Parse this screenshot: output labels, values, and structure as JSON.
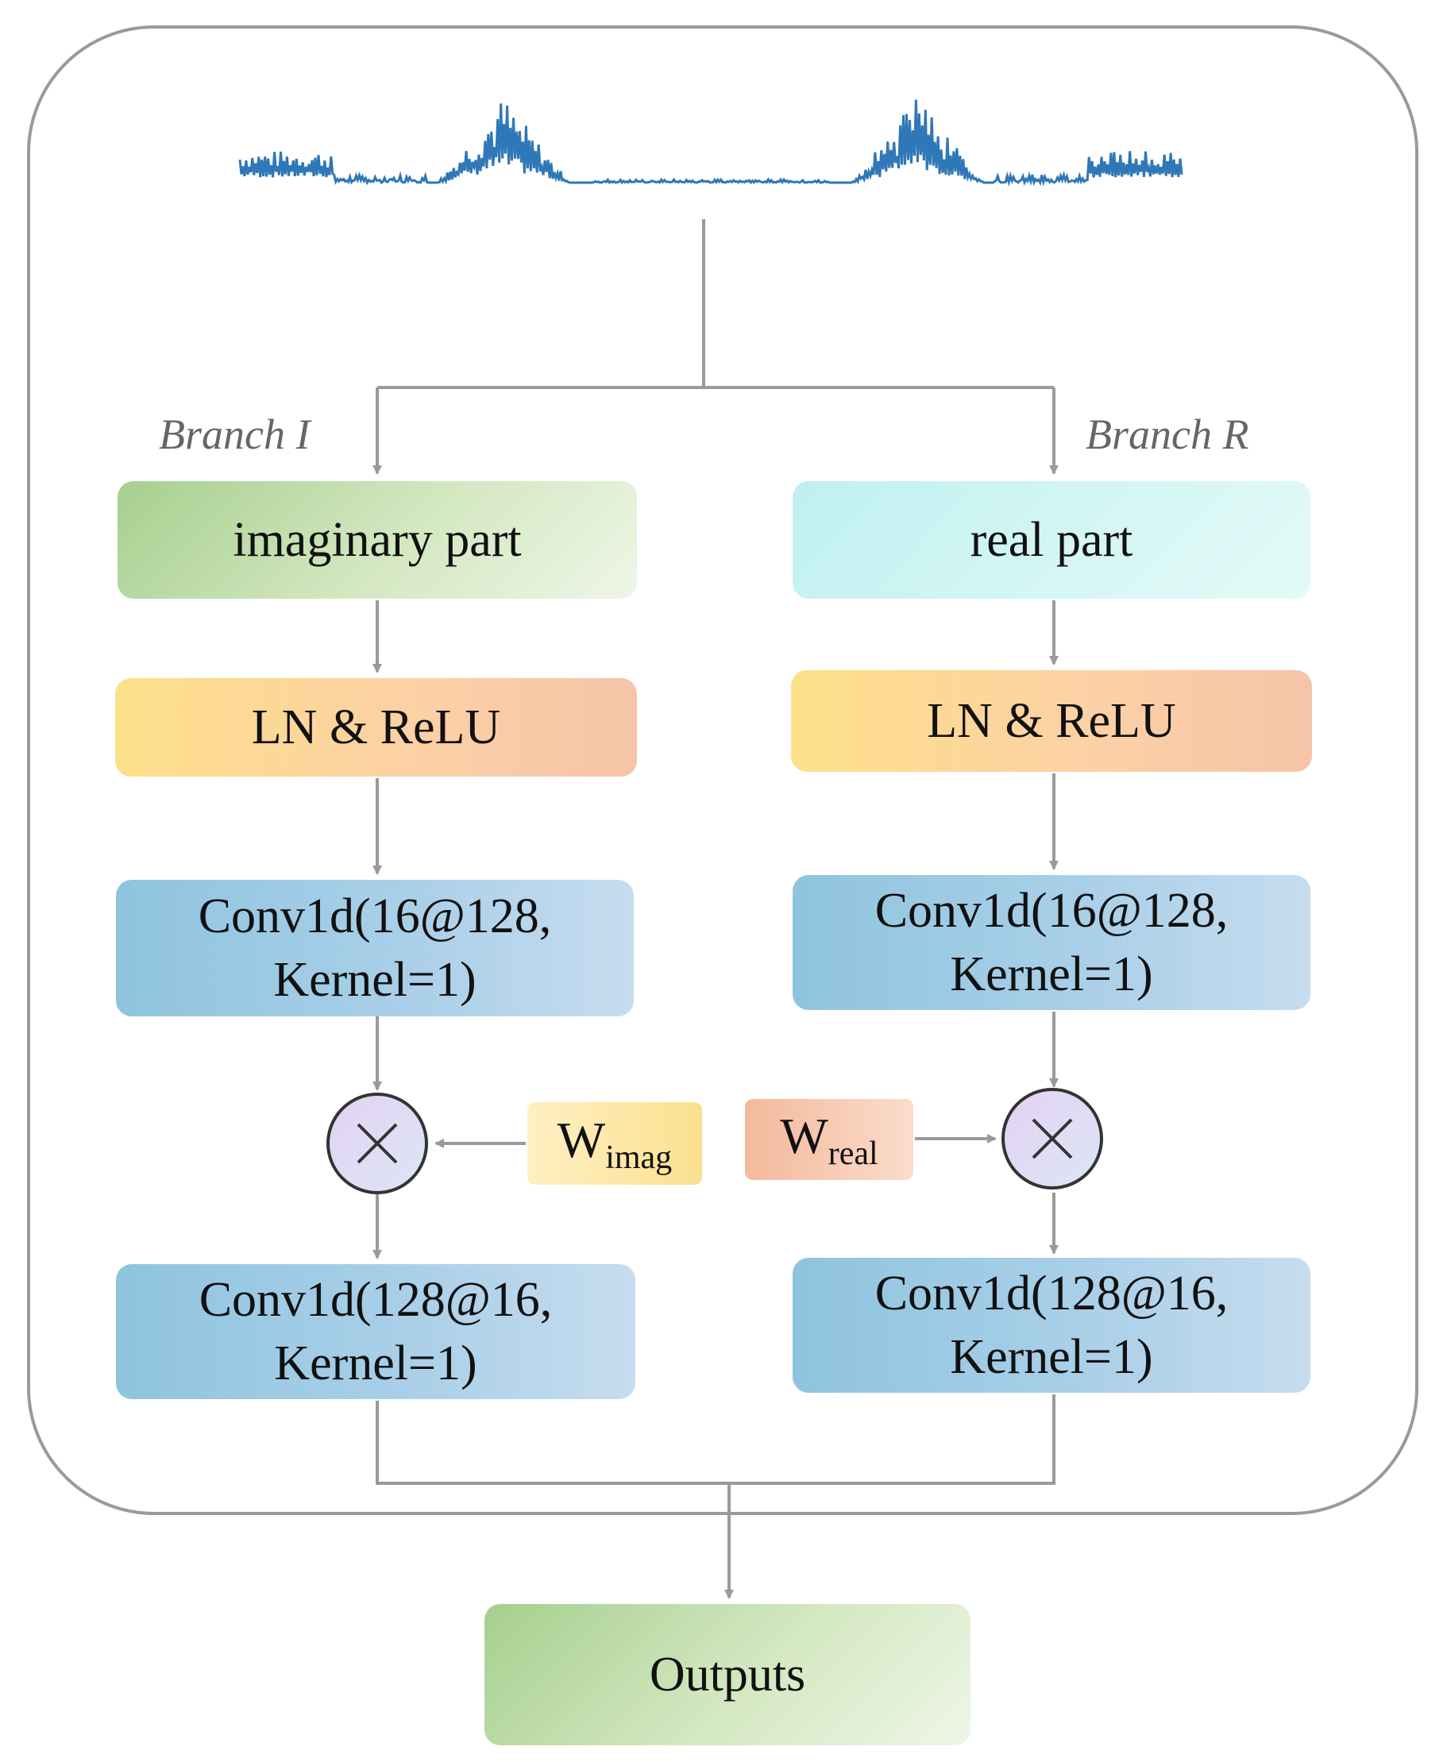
{
  "branches": {
    "left_label": "Branch I",
    "right_label": "Branch R"
  },
  "blocks": {
    "imaginary_part": "imaginary part",
    "real_part": "real part",
    "ln_relu_left": "LN & ReLU",
    "ln_relu_right": "LN & ReLU",
    "conv1_left": "Conv1d(16@128,\nKernel=1)",
    "conv1_right": "Conv1d(16@128,\nKernel=1)",
    "conv2_left": "Conv1d(128@16,\nKernel=1)",
    "conv2_right": "Conv1d(128@16,\nKernel=1)",
    "outputs": "Outputs"
  },
  "weights": {
    "imag_main": "W",
    "imag_sub": "imag",
    "real_main": "W",
    "real_sub": "real"
  },
  "colors": {
    "signal": "#2f78b7",
    "arrow": "#9a9a9a",
    "frame": "#9a9a9a"
  },
  "icons": {
    "multiply": "multiply-icon",
    "signal": "spectrum-waveform-icon"
  }
}
